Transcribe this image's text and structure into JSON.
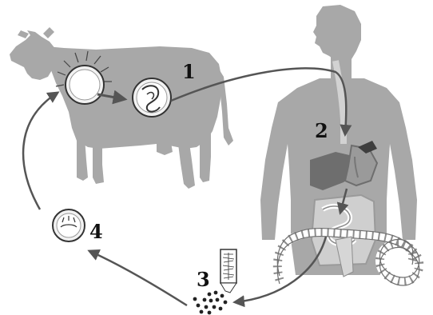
{
  "stages": [
    {
      "label": "1"
    },
    {
      "label": "2"
    },
    {
      "label": "3"
    },
    {
      "label": "4"
    }
  ],
  "colors": {
    "silhouette": "#a8a8a8",
    "arrow": "#555555",
    "organ_dark": "#6e6e6e",
    "organ_light": "#d2d2d2",
    "egg_fill": "#f2f2f2",
    "egg_ring": "#7a7a7a",
    "label": "#111111"
  },
  "icons": {
    "cow": "cow-silhouette",
    "human": "human-silhouette",
    "tapeworm": "tapeworm-strobila",
    "proglottid": "gravid-proglottid",
    "eggs": "egg-cluster"
  }
}
